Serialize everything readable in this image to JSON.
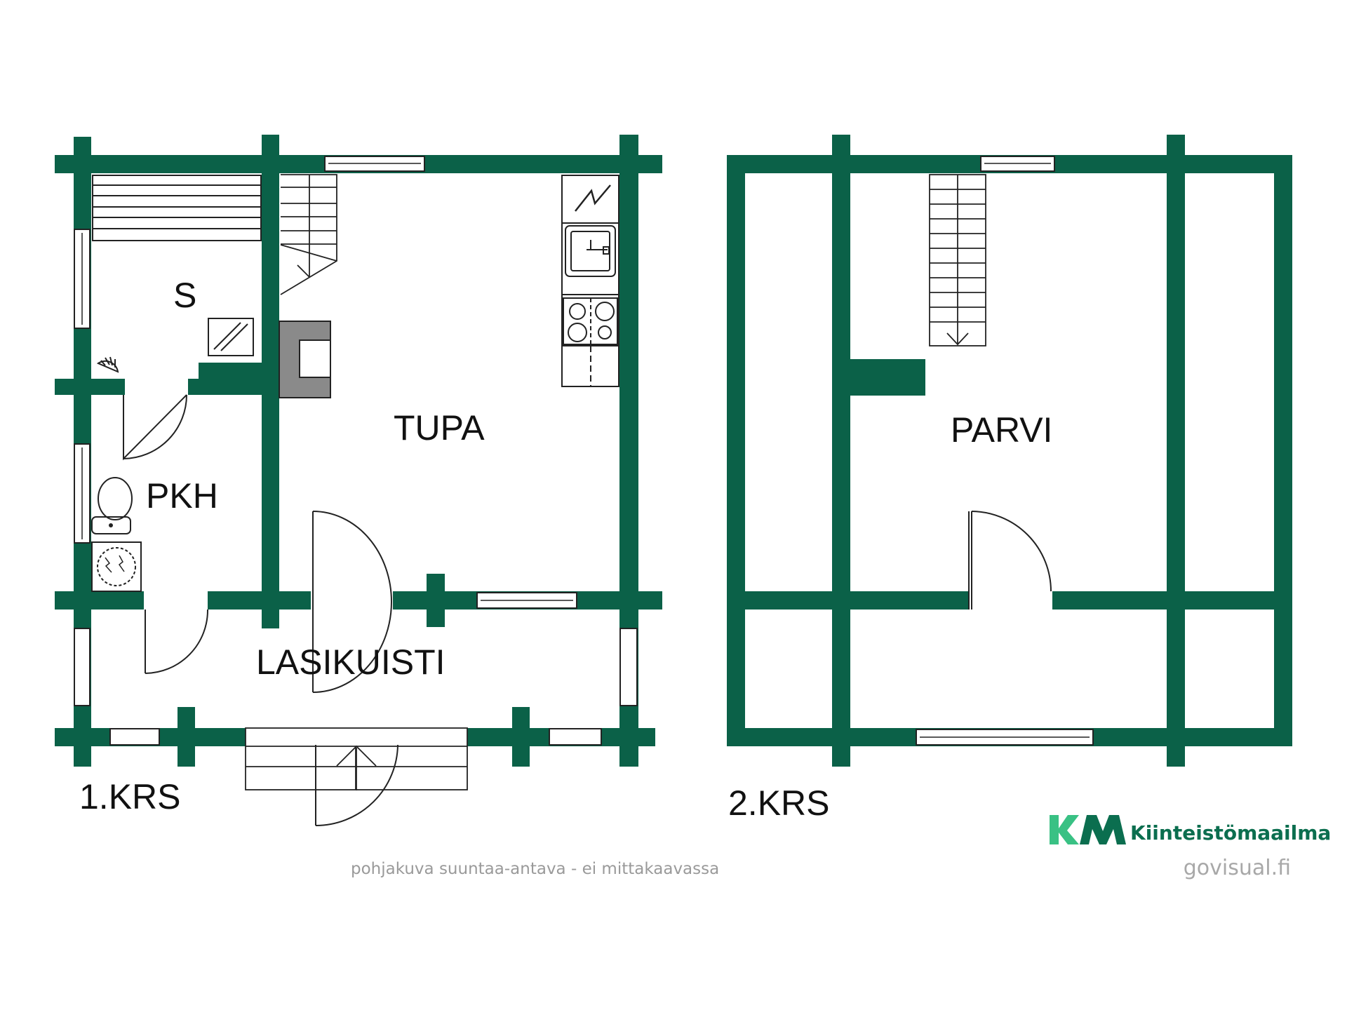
{
  "wall_color": "#0b6148",
  "brand_colors": {
    "dark": "#0b6e4f",
    "light": "#39c184"
  },
  "floors": [
    {
      "label": "1.KRS",
      "rooms": [
        "S",
        "PKH",
        "TUPA",
        "LASIKUISTI"
      ]
    },
    {
      "label": "2.KRS",
      "rooms": [
        "PARVI"
      ]
    }
  ],
  "rooms": {
    "sauna": "S",
    "toilet": "PKH",
    "living": "TUPA",
    "porch": "LASIKUISTI",
    "loft": "PARVI"
  },
  "floor_labels": {
    "first": "1.KRS",
    "second": "2.KRS"
  },
  "disclaimer": "pohjakuva suuntaa-antava - ei mittakaavassa",
  "brand": {
    "logo_letters": "KM",
    "name": "Kiinteistömaailma",
    "site": "govisual.fi"
  },
  "icons": [
    "sauna-bench-icon",
    "sauna-stove-icon",
    "shower-icon",
    "toilet-icon",
    "shower-floor-icon",
    "fridge-icon",
    "sink-icon",
    "stove-icon",
    "fireplace-icon",
    "stairs-icon",
    "window-icon",
    "door-swing-icon"
  ]
}
